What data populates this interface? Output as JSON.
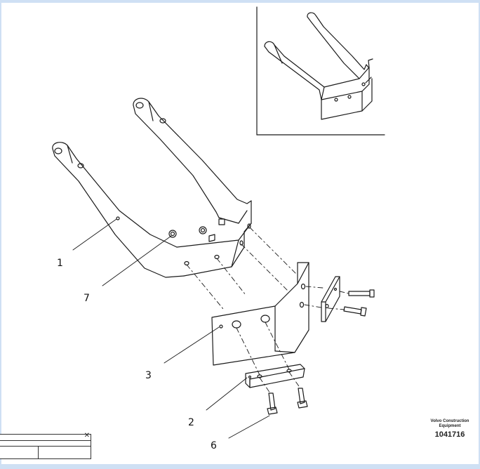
{
  "callouts": {
    "c1": "1",
    "c2": "2",
    "c3": "3",
    "c6": "6",
    "c7": "7"
  },
  "brand": {
    "company": "Volvo Construction Equipment",
    "doc_number": "1041716"
  },
  "titlebox": {
    "close_glyph": "✕"
  },
  "colors": {
    "line": "#1a1a1a",
    "frame": "#cfe0f4",
    "background": "#ffffff"
  }
}
